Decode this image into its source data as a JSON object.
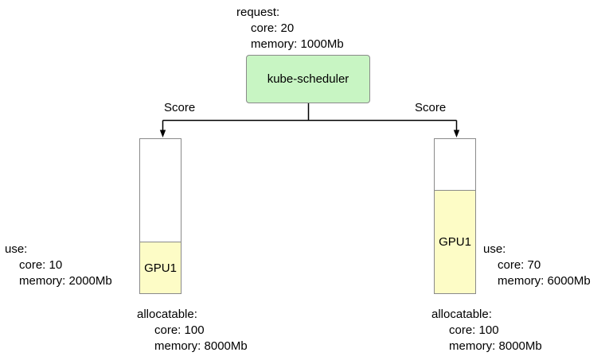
{
  "colors": {
    "scheduler_fill": "#c8f5c3",
    "gpu_fill": "#fdfcc6",
    "border": "#8a8a8a",
    "line": "#000000"
  },
  "request": {
    "title": "request:",
    "lines": [
      "core: 20",
      "memory: 1000Mb"
    ]
  },
  "scheduler": {
    "label": "kube-scheduler"
  },
  "edges": {
    "left_label": "Score",
    "right_label": "Score"
  },
  "left_node": {
    "gpu_label": "GPU1",
    "use": {
      "title": "use:",
      "lines": [
        "core: 10",
        "memory: 2000Mb"
      ]
    },
    "allocatable": {
      "title": "allocatable:",
      "lines": [
        "core: 100",
        "memory: 8000Mb"
      ]
    }
  },
  "right_node": {
    "gpu_label": "GPU1",
    "use": {
      "title": "use:",
      "lines": [
        "core: 70",
        "memory: 6000Mb"
      ]
    },
    "allocatable": {
      "title": "allocatable:",
      "lines": [
        "core: 100",
        "memory: 8000Mb"
      ]
    }
  }
}
